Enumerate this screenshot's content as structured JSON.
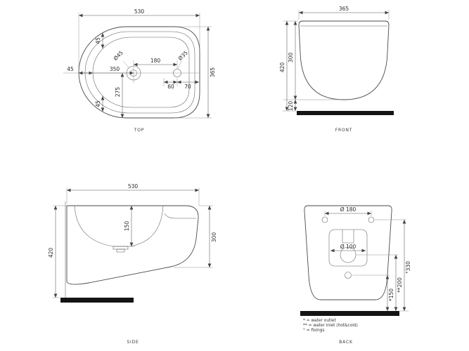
{
  "views": {
    "top": {
      "label": "TOP",
      "dims": {
        "width": "530",
        "depth": "365",
        "rim_top": "45",
        "rim_left": "45",
        "rim_bottom": "45",
        "faucet_hole": "Ø45",
        "hole_spacing": "180",
        "side_hole": "Ø35",
        "faucet_from_edge": "350",
        "faucet_from_front": "275",
        "side_hole_offset": "60",
        "side_hole_edge": "70"
      }
    },
    "front": {
      "label": "FRONT",
      "dims": {
        "width": "365",
        "body_height": "300",
        "total_height": "420",
        "floor_gap": "120"
      }
    },
    "side": {
      "label": "SIDE",
      "dims": {
        "depth": "530",
        "basin_depth": "150",
        "total_height": "420",
        "front_height": "300"
      }
    },
    "back": {
      "label": "BACK",
      "dims": {
        "fixing_spacing": "Ø 180",
        "trap_width": "Ø 100",
        "fixings_height": "°330",
        "inlet_height": "**200",
        "outlet_height": "*150"
      },
      "notes": [
        "* = water outlet",
        "** = water inlet (hot&cold)",
        "° = fixings"
      ]
    }
  }
}
